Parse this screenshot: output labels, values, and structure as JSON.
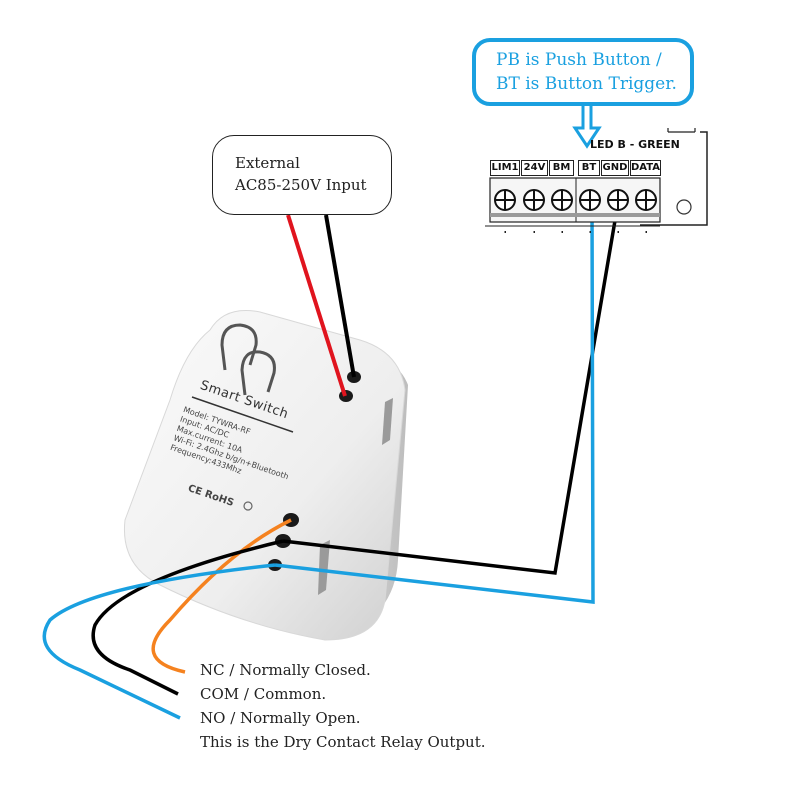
{
  "callout": {
    "line1": "PB is Push Button /",
    "line2": "BT is Button Trigger."
  },
  "input_box": {
    "line1": "External",
    "line2": "AC85-250V Input"
  },
  "terminal_block": {
    "led_label": "LED B - GREEN",
    "terminals": [
      "LIM1",
      "24V",
      "BM",
      "BT",
      "GND",
      "DATA"
    ]
  },
  "device": {
    "title": "Smart  Switch",
    "specs": [
      "Model:  TYWRA-RF",
      "Input:  AC/DC",
      "Max.current:  10A",
      "Wi-Fi:  2.4Ghz b/g/n+Bluetooth",
      "Frequency:433Mhz"
    ],
    "certs": "CE RoHS"
  },
  "relay_outputs": {
    "nc": "NC / Normally Closed.",
    "com": "COM / Common.",
    "no": "NO / Normally Open.",
    "note": "This is the Dry Contact Relay Output."
  },
  "colors": {
    "callout_blue": "#1aa0e0",
    "wire_red": "#e0141e",
    "wire_black": "#000000",
    "wire_orange": "#f5821f",
    "wire_blue": "#1aa0e0"
  }
}
